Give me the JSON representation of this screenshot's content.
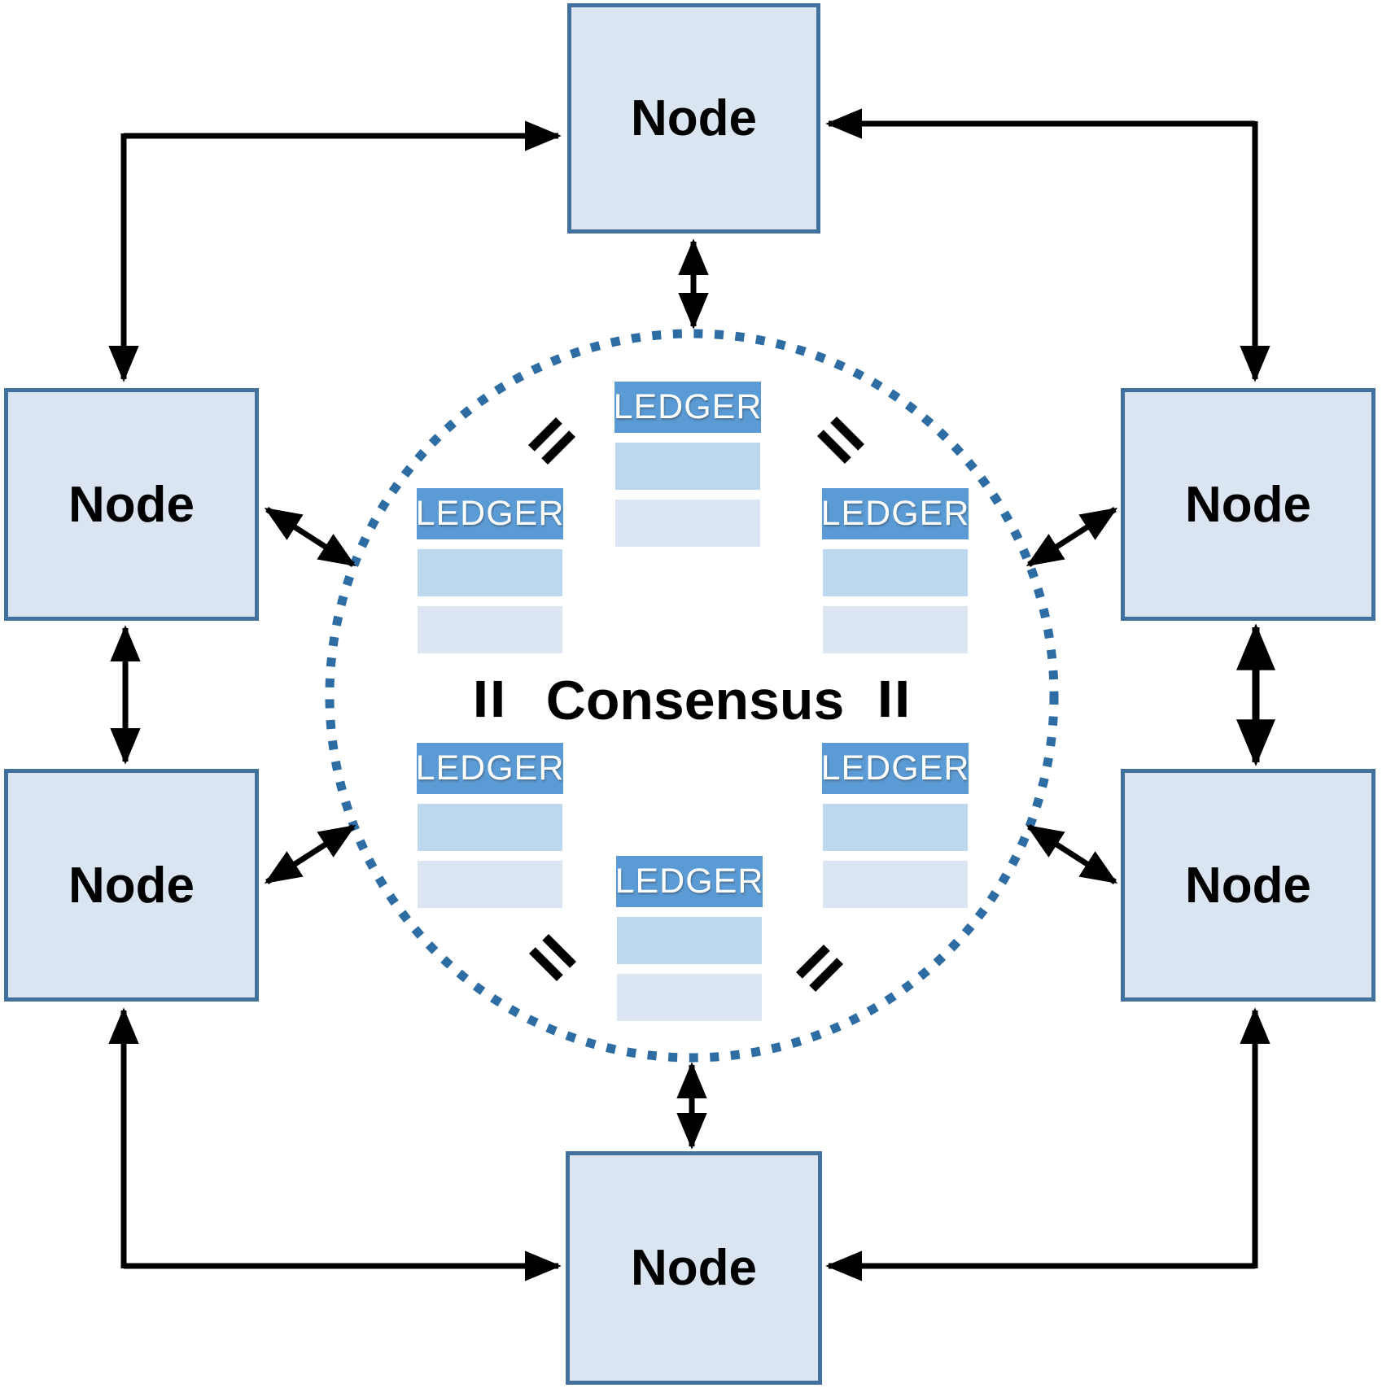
{
  "labels": {
    "node": "Node",
    "ledger": "LEDGER",
    "consensus": "Consensus"
  },
  "colors": {
    "node_fill": "#dbe5f1",
    "node_border": "#41719c",
    "ledger_header": "#5b9bd5",
    "ledger_row_medium": "#bdd7ee",
    "ledger_row_light": "#dce6f2",
    "circle_dot": "#2e6da4",
    "arrow": "#000000",
    "ledger_text": "#ffffff",
    "node_text": "#000000"
  },
  "structure": {
    "node_count": 6,
    "ledger_count": 6,
    "node_positions": [
      "top",
      "upper-left",
      "upper-right",
      "lower-left",
      "lower-right",
      "bottom"
    ],
    "ledger_positions": [
      "top-center",
      "upper-left",
      "upper-right",
      "lower-left",
      "lower-right",
      "bottom-center"
    ],
    "connections": [
      "top-node <-> consensus-circle",
      "bottom-node <-> consensus-circle",
      "upper-left-node <-> consensus-circle",
      "upper-right-node <-> consensus-circle",
      "lower-left-node <-> consensus-circle",
      "lower-right-node <-> consensus-circle",
      "upper-left-node <-> lower-left-node",
      "upper-right-node <-> lower-right-node",
      "upper-left-node <-> top-node (elbow)",
      "upper-right-node <-> top-node (elbow)",
      "lower-left-node <-> bottom-node (elbow)",
      "lower-right-node <-> bottom-node (elbow)"
    ]
  }
}
